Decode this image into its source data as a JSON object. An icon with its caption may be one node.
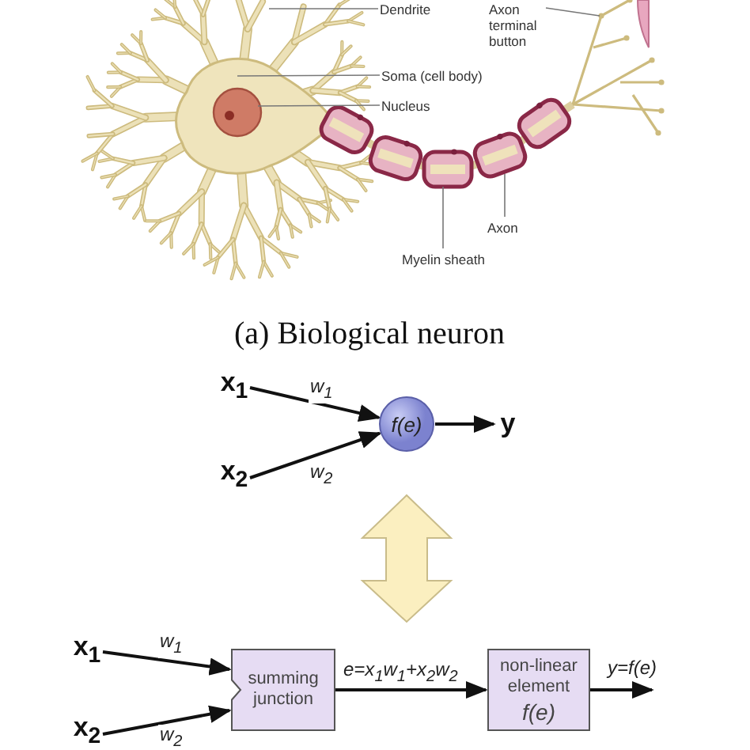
{
  "diagram": {
    "caption": "(a) Biological neuron",
    "nodes": [
      {
        "text": [
          "Dendrite"
        ]
      },
      {
        "text": [
          "Axon terminal button"
        ]
      },
      {
        "text": [
          "Soma (cell body)"
        ]
      },
      {
        "text": [
          "Nucleus"
        ]
      },
      {
        "text": [
          "Axon"
        ]
      },
      {
        "text": [
          "Myelin sheath"
        ]
      },
      {
        "text": [
          "x$_{1}$"
        ]
      },
      {
        "text": [
          "x$_{2}$"
        ]
      },
      {
        "text": [
          "f(e)"
        ]
      },
      {
        "text": [
          "y"
        ]
      },
      {
        "text": [
          "x$_{1}$"
        ]
      },
      {
        "text": [
          "x$_{2}$"
        ]
      },
      {
        "text": [
          "summing junction"
        ]
      },
      {
        "text": [
          "non-linear element",
          "f(e)"
        ]
      }
    ],
    "edges": [
      {
        "from": 6,
        "to": 8,
        "arrow": "to",
        "label": "w$_{1}$"
      },
      {
        "from": 7,
        "to": 8,
        "arrow": "to",
        "label": "w$_{2}$"
      },
      {
        "from": 8,
        "to": 9,
        "arrow": "to"
      },
      {
        "from": 10,
        "to": 12,
        "arrow": "to",
        "label": "w$_{1}$"
      },
      {
        "from": 11,
        "to": 12,
        "arrow": "to",
        "label": "w$_{2}$"
      },
      {
        "from": 12,
        "to": 13,
        "arrow": "to",
        "label": "e=x$_{1}$w$_{1}$+x$_{2}$w$_{2}$"
      },
      {
        "from": 13,
        "to": null,
        "arrow": "to",
        "label": "y=f(e)"
      },
      {
        "from": 0,
        "to": null,
        "arrow": "none",
        "color": "#777777"
      },
      {
        "from": 1,
        "to": null,
        "arrow": "none",
        "color": "#777777"
      },
      {
        "from": 2,
        "to": null,
        "arrow": "none",
        "color": "#777777"
      },
      {
        "from": 3,
        "to": null,
        "arrow": "none",
        "color": "#777777"
      },
      {
        "from": 4,
        "to": null,
        "arrow": "none",
        "color": "#777777"
      },
      {
        "from": 5,
        "to": null,
        "arrow": "none",
        "color": "#777777"
      }
    ]
  }
}
